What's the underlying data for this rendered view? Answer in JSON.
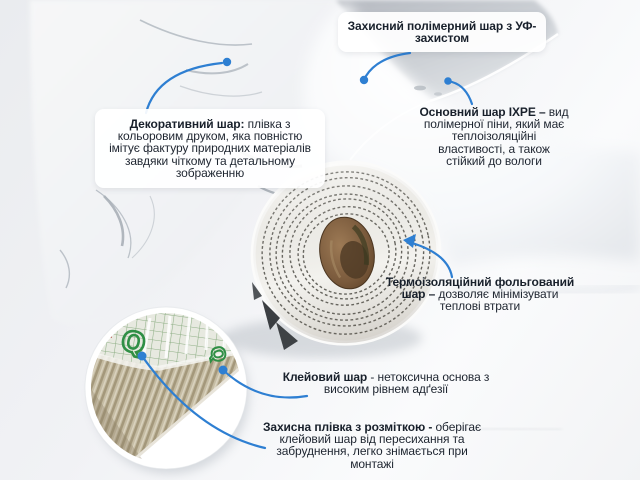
{
  "colors": {
    "accent": "#2e7fd2",
    "ink": "#1e2530",
    "mark_green": "#2f8f45",
    "core_brown": "#7a5a3c",
    "liner_tan": "#c6bda4"
  },
  "callouts": {
    "protective": {
      "bold": "Захисний полімерний шар з УФ-захистом",
      "rest": ""
    },
    "decorative": {
      "bold": "Декоративний шар:",
      "rest": " плівка з кольоровим друком, яка повністю імітує фактуру природних матеріалів завдяки чіткому та детальному зображенню"
    },
    "base": {
      "bold": "Основний шар IXPE –",
      "rest": " вид полімерної піни, який має теплоізоляційні властивості, а також стійкий до вологи"
    },
    "thermal": {
      "bold": "Термоізоляційний фольгований шар – ",
      "rest": "дозволяє мінімізувати теплові втрати"
    },
    "adhesive": {
      "bold": "Клейовий шар",
      "rest": " - нетоксична основа з високим рівнем адґезії"
    },
    "release": {
      "bold": "Захисна плівка з розміткою -",
      "rest": " оберігає клейовий шар від пересихання та забруднення, легко знімається при монтажі"
    }
  }
}
